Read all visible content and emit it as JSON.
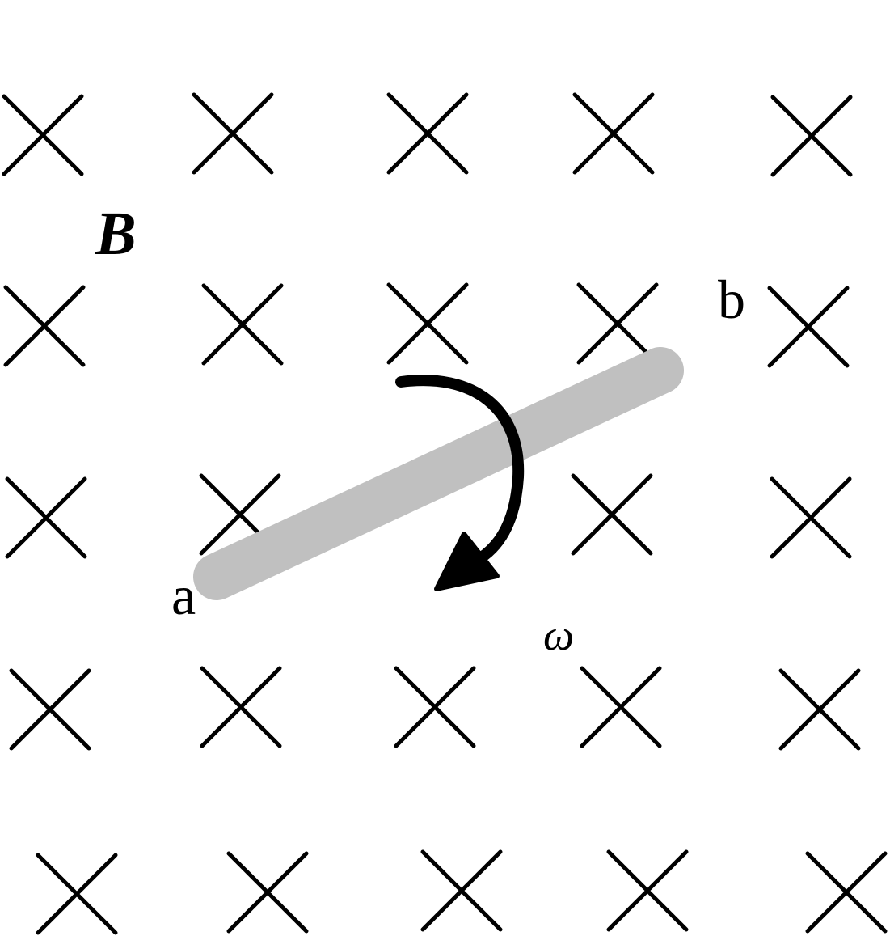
{
  "labels": {
    "field": "B",
    "end_a": "a",
    "end_b": "b",
    "omega": "ω"
  },
  "field": {
    "symbol": "cross",
    "direction": "into-page",
    "rows": 5,
    "columns": 5
  },
  "colors": {
    "rod": "#c0c0c0",
    "ink": "#000000",
    "background": "#ffffff"
  },
  "rotation": {
    "sense": "clockwise"
  }
}
